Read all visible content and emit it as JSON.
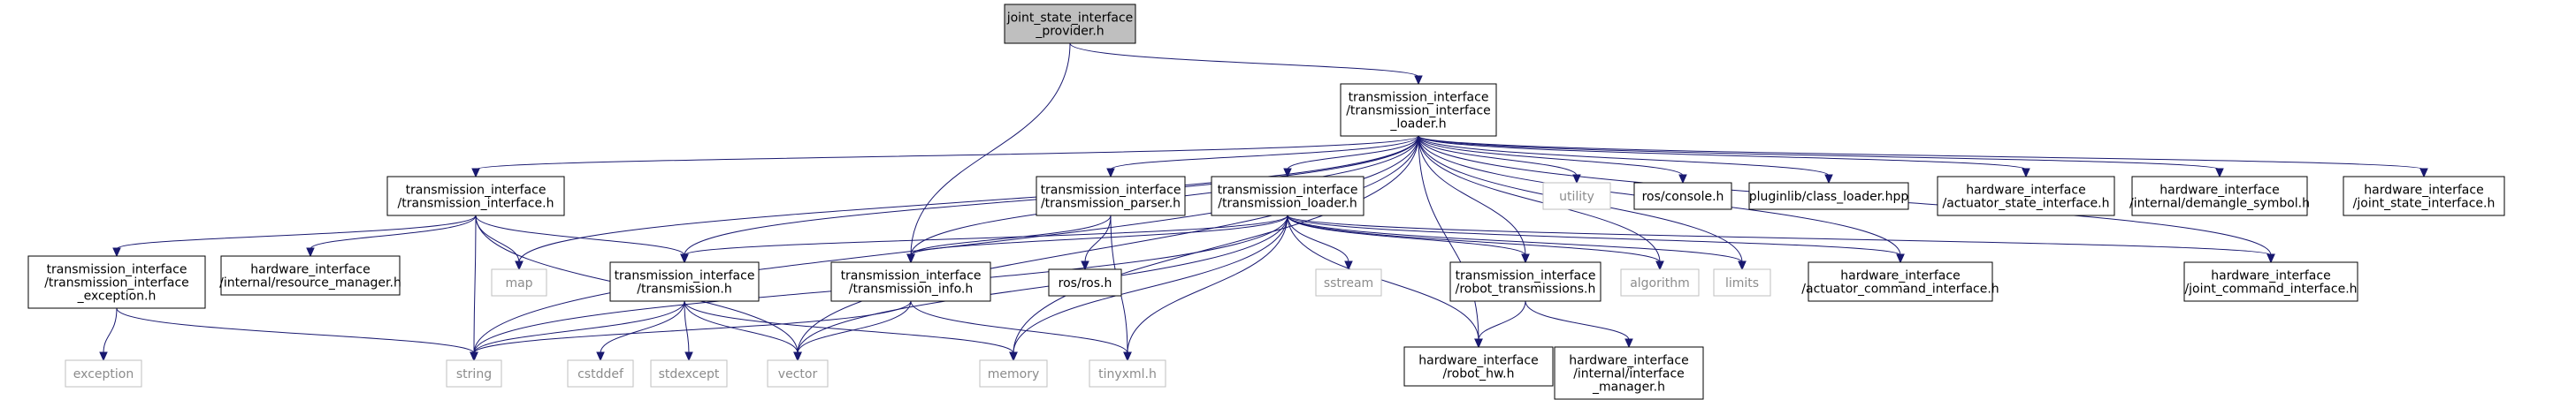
{
  "diagram": {
    "nodes": [
      {
        "id": "root",
        "lines": [
          "joint_state_interface",
          "_provider.h"
        ],
        "style": "root"
      },
      {
        "id": "ti_loader",
        "lines": [
          "transmission_interface",
          "/transmission_interface",
          "_loader.h"
        ],
        "style": "normal"
      },
      {
        "id": "ti_iface",
        "lines": [
          "transmission_interface",
          "/transmission_interface.h"
        ],
        "style": "normal"
      },
      {
        "id": "ti_parser",
        "lines": [
          "transmission_interface",
          "/transmission_parser.h"
        ],
        "style": "normal"
      },
      {
        "id": "ti_tloader",
        "lines": [
          "transmission_interface",
          "/transmission_loader.h"
        ],
        "style": "normal"
      },
      {
        "id": "utility",
        "lines": [
          "utility"
        ],
        "style": "ext"
      },
      {
        "id": "ros_console",
        "lines": [
          "ros/console.h"
        ],
        "style": "normal"
      },
      {
        "id": "class_loader",
        "lines": [
          "pluginlib/class_loader.hpp"
        ],
        "style": "normal"
      },
      {
        "id": "hw_actuator_state",
        "lines": [
          "hardware_interface",
          "/actuator_state_interface.h"
        ],
        "style": "normal"
      },
      {
        "id": "hw_demangle",
        "lines": [
          "hardware_interface",
          "/internal/demangle_symbol.h"
        ],
        "style": "normal"
      },
      {
        "id": "hw_joint_state",
        "lines": [
          "hardware_interface",
          "/joint_state_interface.h"
        ],
        "style": "normal"
      },
      {
        "id": "ti_exception",
        "lines": [
          "transmission_interface",
          "/transmission_interface",
          "_exception.h"
        ],
        "style": "normal"
      },
      {
        "id": "hw_resource",
        "lines": [
          "hardware_interface",
          "/internal/resource_manager.h"
        ],
        "style": "normal"
      },
      {
        "id": "map",
        "lines": [
          "map"
        ],
        "style": "ext"
      },
      {
        "id": "ti_trans",
        "lines": [
          "transmission_interface",
          "/transmission.h"
        ],
        "style": "normal"
      },
      {
        "id": "ti_info",
        "lines": [
          "transmission_interface",
          "/transmission_info.h"
        ],
        "style": "normal"
      },
      {
        "id": "ros_ros",
        "lines": [
          "ros/ros.h"
        ],
        "style": "normal"
      },
      {
        "id": "sstream",
        "lines": [
          "sstream"
        ],
        "style": "ext"
      },
      {
        "id": "ti_robot_trans",
        "lines": [
          "transmission_interface",
          "/robot_transmissions.h"
        ],
        "style": "normal"
      },
      {
        "id": "algorithm",
        "lines": [
          "algorithm"
        ],
        "style": "ext"
      },
      {
        "id": "limits",
        "lines": [
          "limits"
        ],
        "style": "ext"
      },
      {
        "id": "hw_actuator_cmd",
        "lines": [
          "hardware_interface",
          "/actuator_command_interface.h"
        ],
        "style": "normal"
      },
      {
        "id": "hw_joint_cmd",
        "lines": [
          "hardware_interface",
          "/joint_command_interface.h"
        ],
        "style": "normal"
      },
      {
        "id": "exception",
        "lines": [
          "exception"
        ],
        "style": "ext"
      },
      {
        "id": "string",
        "lines": [
          "string"
        ],
        "style": "ext"
      },
      {
        "id": "cstddef",
        "lines": [
          "cstddef"
        ],
        "style": "ext"
      },
      {
        "id": "stdexcept",
        "lines": [
          "stdexcept"
        ],
        "style": "ext"
      },
      {
        "id": "vector",
        "lines": [
          "vector"
        ],
        "style": "ext"
      },
      {
        "id": "memory",
        "lines": [
          "memory"
        ],
        "style": "ext"
      },
      {
        "id": "tinyxml",
        "lines": [
          "tinyxml.h"
        ],
        "style": "ext"
      },
      {
        "id": "hw_robot_hw",
        "lines": [
          "hardware_interface",
          "/robot_hw.h"
        ],
        "style": "normal"
      },
      {
        "id": "hw_iface_mgr",
        "lines": [
          "hardware_interface",
          "/internal/interface",
          "_manager.h"
        ],
        "style": "normal"
      }
    ],
    "edges": [
      [
        "root",
        "ti_loader"
      ],
      [
        "root",
        "ti_info"
      ],
      [
        "ti_loader",
        "ti_iface"
      ],
      [
        "ti_loader",
        "ti_parser"
      ],
      [
        "ti_loader",
        "ti_tloader"
      ],
      [
        "ti_loader",
        "utility"
      ],
      [
        "ti_loader",
        "ros_console"
      ],
      [
        "ti_loader",
        "class_loader"
      ],
      [
        "ti_loader",
        "hw_actuator_state"
      ],
      [
        "ti_loader",
        "hw_demangle"
      ],
      [
        "ti_loader",
        "hw_joint_state"
      ],
      [
        "ti_loader",
        "map"
      ],
      [
        "ti_loader",
        "string"
      ],
      [
        "ti_loader",
        "vector"
      ],
      [
        "ti_loader",
        "memory"
      ],
      [
        "ti_loader",
        "ti_trans"
      ],
      [
        "ti_loader",
        "ti_info"
      ],
      [
        "ti_loader",
        "ti_robot_trans"
      ],
      [
        "ti_loader",
        "algorithm"
      ],
      [
        "ti_loader",
        "limits"
      ],
      [
        "ti_loader",
        "hw_actuator_cmd"
      ],
      [
        "ti_loader",
        "hw_joint_cmd"
      ],
      [
        "ti_loader",
        "hw_robot_hw"
      ],
      [
        "ti_iface",
        "ti_exception"
      ],
      [
        "ti_iface",
        "hw_resource"
      ],
      [
        "ti_iface",
        "map"
      ],
      [
        "ti_iface",
        "ti_trans"
      ],
      [
        "ti_iface",
        "string"
      ],
      [
        "ti_iface",
        "vector"
      ],
      [
        "ti_parser",
        "ti_info"
      ],
      [
        "ti_parser",
        "ros_ros"
      ],
      [
        "ti_parser",
        "tinyxml"
      ],
      [
        "ti_tloader",
        "ti_trans"
      ],
      [
        "ti_tloader",
        "ti_info"
      ],
      [
        "ti_tloader",
        "sstream"
      ],
      [
        "ti_tloader",
        "ti_robot_trans"
      ],
      [
        "ti_tloader",
        "algorithm"
      ],
      [
        "ti_tloader",
        "limits"
      ],
      [
        "ti_tloader",
        "hw_actuator_cmd"
      ],
      [
        "ti_tloader",
        "hw_joint_cmd"
      ],
      [
        "ti_tloader",
        "hw_robot_hw"
      ],
      [
        "ti_tloader",
        "string"
      ],
      [
        "ti_tloader",
        "vector"
      ],
      [
        "ti_tloader",
        "memory"
      ],
      [
        "ti_tloader",
        "tinyxml"
      ],
      [
        "ti_exception",
        "exception"
      ],
      [
        "ti_exception",
        "string"
      ],
      [
        "ti_trans",
        "string"
      ],
      [
        "ti_trans",
        "cstddef"
      ],
      [
        "ti_trans",
        "stdexcept"
      ],
      [
        "ti_trans",
        "vector"
      ],
      [
        "ti_trans",
        "memory"
      ],
      [
        "ti_info",
        "string"
      ],
      [
        "ti_info",
        "vector"
      ],
      [
        "ti_info",
        "tinyxml"
      ],
      [
        "ti_robot_trans",
        "hw_robot_hw"
      ],
      [
        "ti_robot_trans",
        "hw_iface_mgr"
      ]
    ],
    "colors": {
      "edge": "#191970",
      "root_fill": "#bfbfbf",
      "node_fill": "#ffffff",
      "node_border": "#000000",
      "ext_border": "#bfbfbf",
      "ext_text": "#8c8c8c"
    }
  }
}
